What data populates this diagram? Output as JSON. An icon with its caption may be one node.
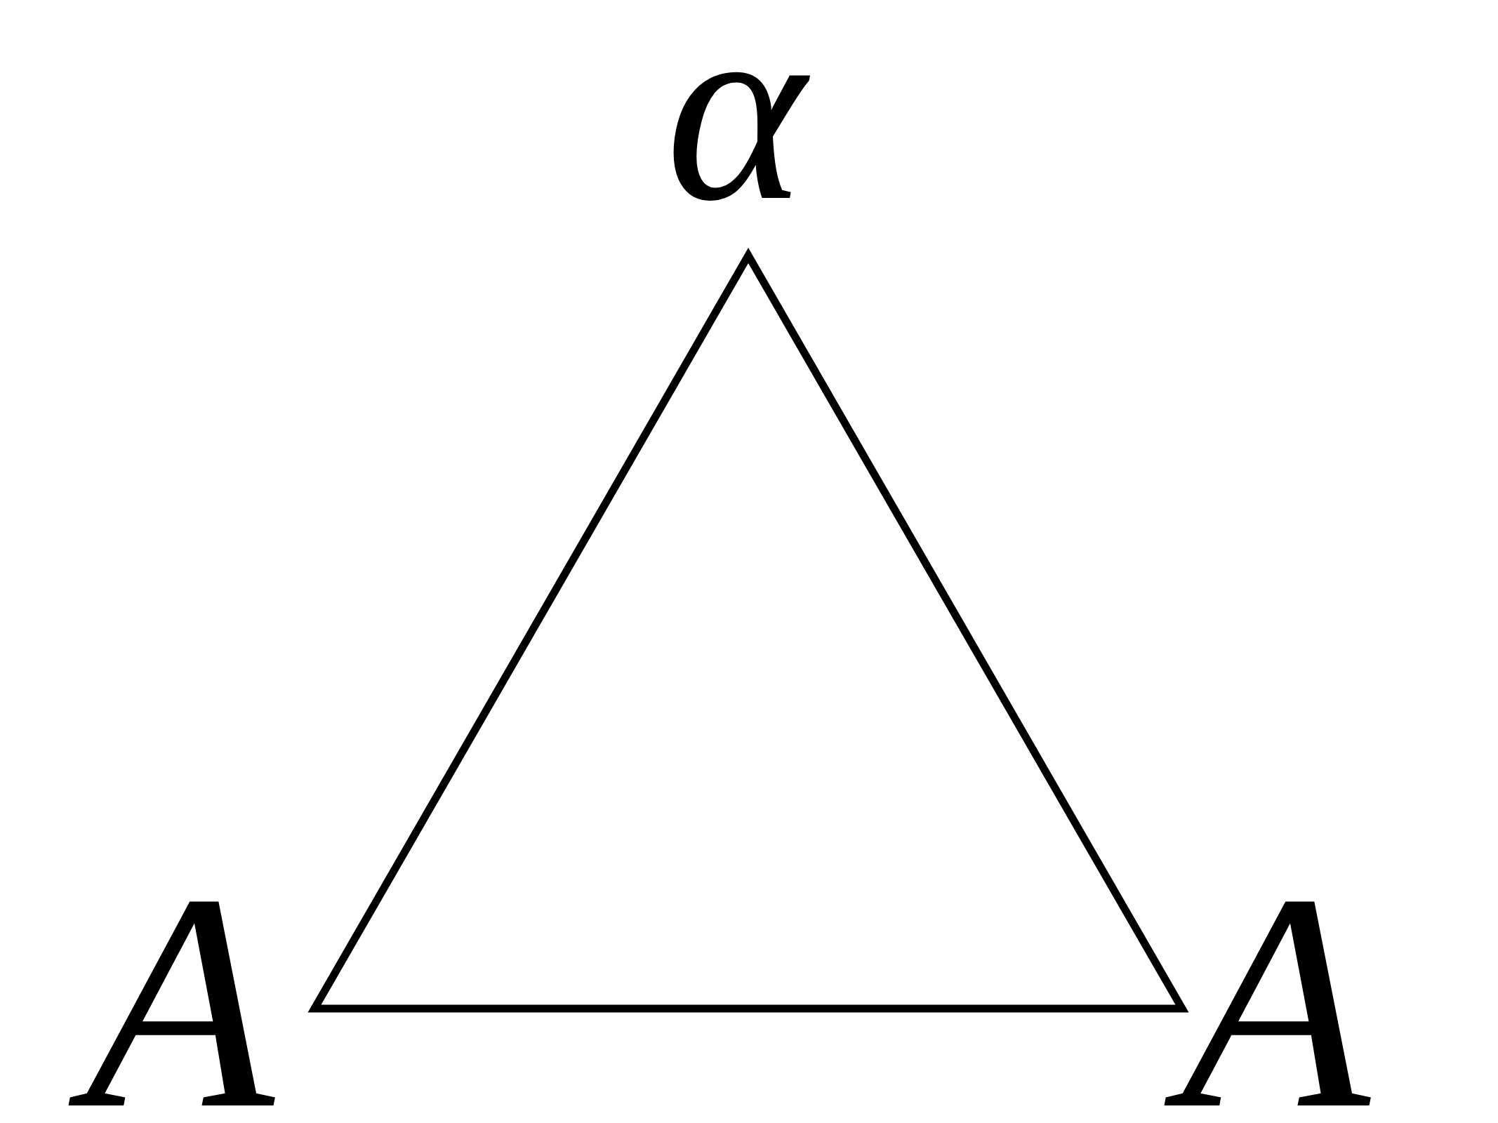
{
  "diagram": {
    "labels": [
      "α",
      "A",
      "A"
    ]
  }
}
